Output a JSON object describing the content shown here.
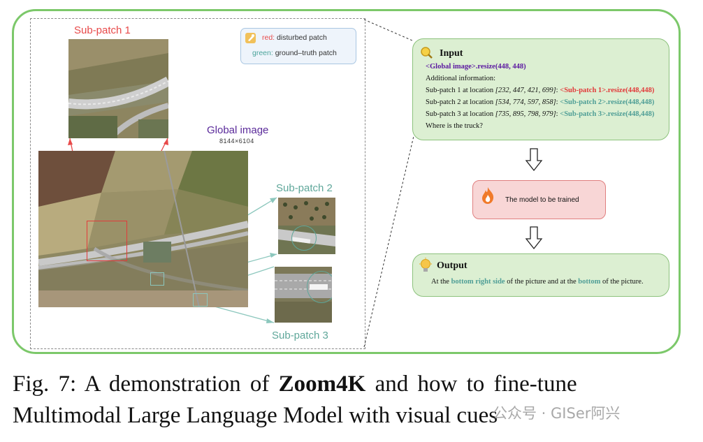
{
  "labels": {
    "subpatch1": "Sub-patch 1",
    "subpatch2": "Sub-patch 2",
    "subpatch3": "Sub-patch 3",
    "global_image": "Global image",
    "global_dims": "8144×6104"
  },
  "legend": {
    "red_key": "red:",
    "red_text": "disturbed patch",
    "green_key": "green:",
    "green_text": "ground–truth patch"
  },
  "input": {
    "title": "Input",
    "global_line": "<Global image>.resize(448, 448)",
    "additional": "Additional information:",
    "patch1_prefix": "Sub-patch 1 at location ",
    "patch1_coords": "[232, 447, 421, 699]",
    "patch1_resize": "<Sub-patch 1>.resize(448,448)",
    "patch2_prefix": "Sub-patch 2 at location ",
    "patch2_coords": "[534, 774, 597, 858]",
    "patch2_resize": "<Sub-patch 2>.resize(448,448)",
    "patch3_prefix": "Sub-patch 3 at location ",
    "patch3_coords": "[735, 895, 798, 979]",
    "patch3_resize": "<Sub-patch 3>.resize(448,448)",
    "question": "Where is the truck?"
  },
  "model": {
    "text": "The model to be trained"
  },
  "output": {
    "title": "Output",
    "t1": "At the ",
    "h1": "bottom right side",
    "t2": " of the picture and at the ",
    "h2": "bottom",
    "t3": " of the picture."
  },
  "caption": {
    "fig": "Fig. 7: A demonstration of ",
    "bold": "Zoom4K",
    "rest1": " and how to fine-tune",
    "line2": "Multimodal Large Language Model with visual cues"
  },
  "watermark": "公众号 · GISer阿兴",
  "colors": {
    "frame_green": "#7cc86a",
    "red": "#e84a4a",
    "teal": "#5fa79a",
    "purple": "#5a2a9a"
  }
}
